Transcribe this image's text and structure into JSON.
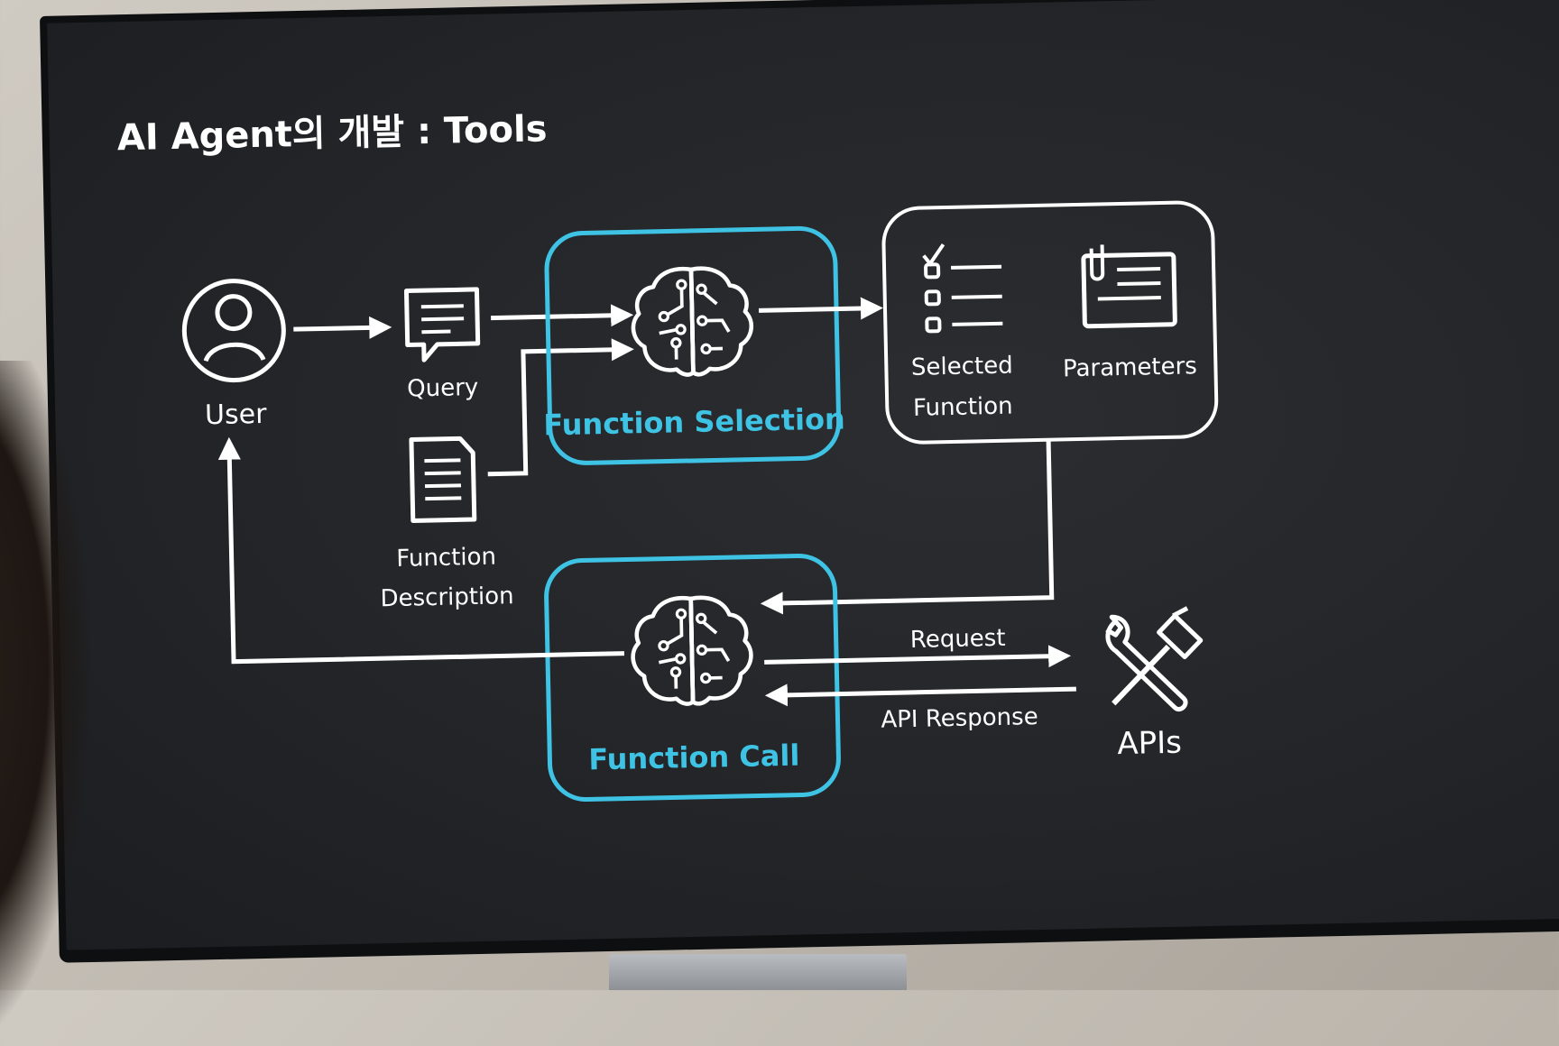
{
  "slide": {
    "title": "AI Agent의 개발 : Tools"
  },
  "nodes": {
    "user": "User",
    "query": "Query",
    "function_description": [
      "Function",
      "Description"
    ],
    "function_selection": "Function Selection",
    "selected_function": [
      "Selected",
      "Function"
    ],
    "parameters": "Parameters",
    "function_call": "Function Call",
    "apis": "APIs"
  },
  "edges": {
    "request": "Request",
    "api_response": "API Response"
  },
  "colors": {
    "accent": "#3fc3e4",
    "foreground": "#ffffff",
    "background": "#242629"
  },
  "icons": [
    "user-icon",
    "chat-bubble-icon",
    "document-icon",
    "brain-icon",
    "checklist-icon",
    "clipboard-icon",
    "tools-icon"
  ]
}
